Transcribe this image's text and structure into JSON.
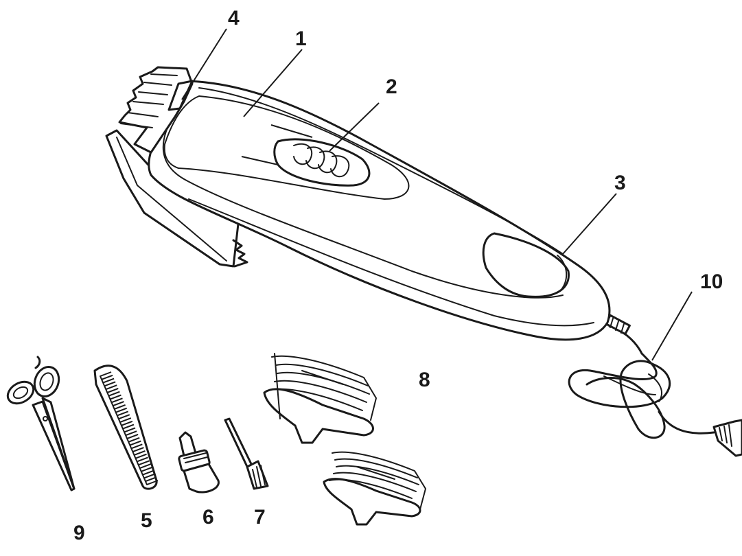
{
  "callouts": {
    "body": "1",
    "switch": "2",
    "panel": "3",
    "blade": "4",
    "comb": "5",
    "oil": "6",
    "brush": "7",
    "guards": "8",
    "scissors": "9",
    "cord": "10"
  },
  "colors": {
    "ink": "#1a1a1a",
    "background": "#ffffff"
  }
}
